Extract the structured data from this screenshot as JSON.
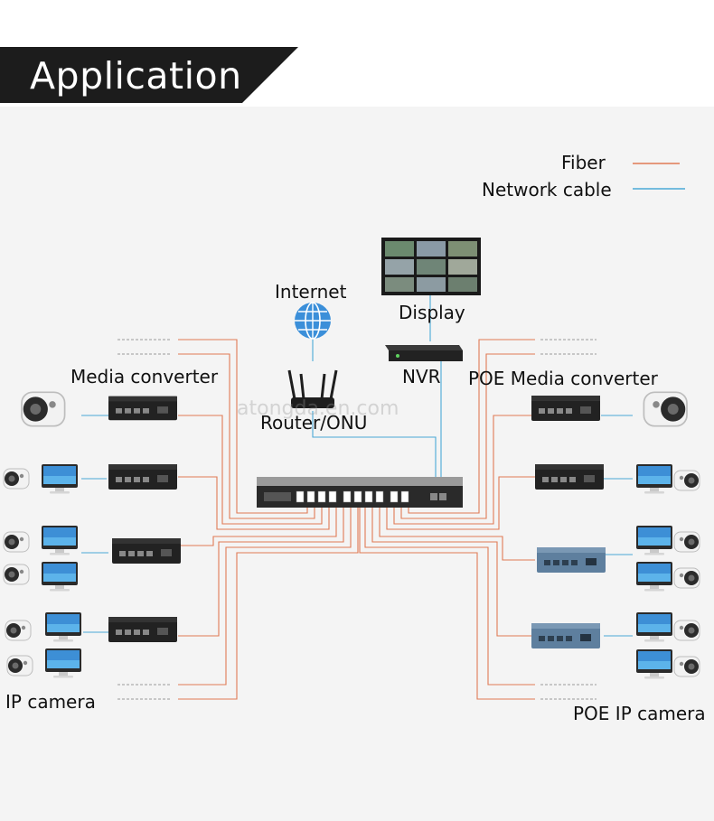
{
  "header": {
    "title": "Application"
  },
  "legend": {
    "fiber_label": "Fiber",
    "network_label": "Network cable",
    "fiber_color": "#e07a55",
    "network_color": "#4aa9d6"
  },
  "labels": {
    "internet": "Internet",
    "display": "Display",
    "nvr": "NVR",
    "router": "Router/ONU",
    "media_converter": "Media converter",
    "poe_media_converter": "POE Media converter",
    "ip_camera": "IP camera",
    "poe_ip_camera": "POE IP camera"
  },
  "watermark": "atongda.en.com",
  "colors": {
    "banner": "#1c1c1c",
    "device": "#222222",
    "poe_device": "#5e7f9e",
    "background_panel": "#f4f4f4"
  },
  "icons": {
    "internet": "globe-icon",
    "router": "router-icon",
    "display": "monitor-icon",
    "nvr": "nvr-icon",
    "camera": "camera-icon",
    "computer": "computer-icon"
  }
}
